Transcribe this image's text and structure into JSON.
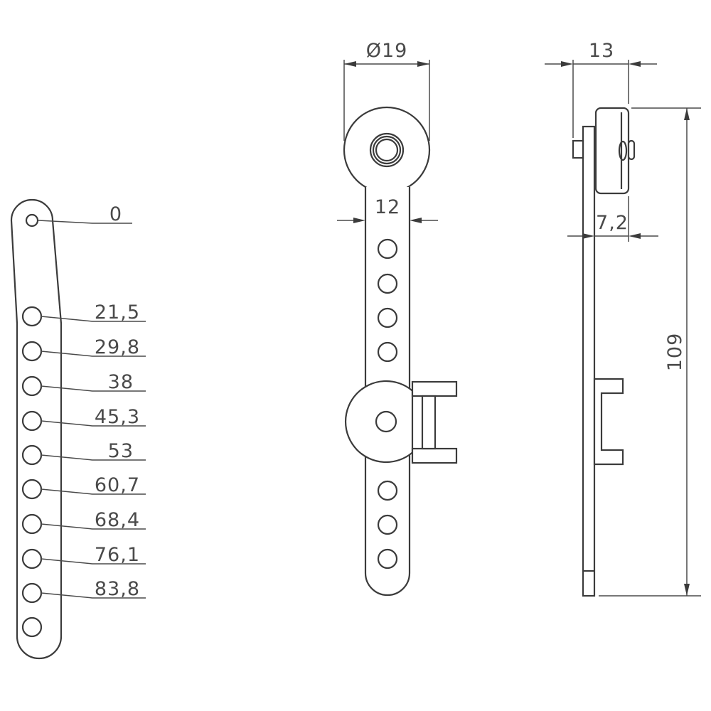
{
  "views": {
    "hole_position_labels": [
      "0",
      "21,5",
      "29,8",
      "38",
      "45,3",
      "53",
      "60,7",
      "68,4",
      "76,1",
      "83,8"
    ],
    "front": {
      "roller_diameter": "Ø19",
      "arm_width": "12"
    },
    "side": {
      "head_width": "13",
      "roller_offset": "7,2",
      "overall_length": "109"
    }
  }
}
